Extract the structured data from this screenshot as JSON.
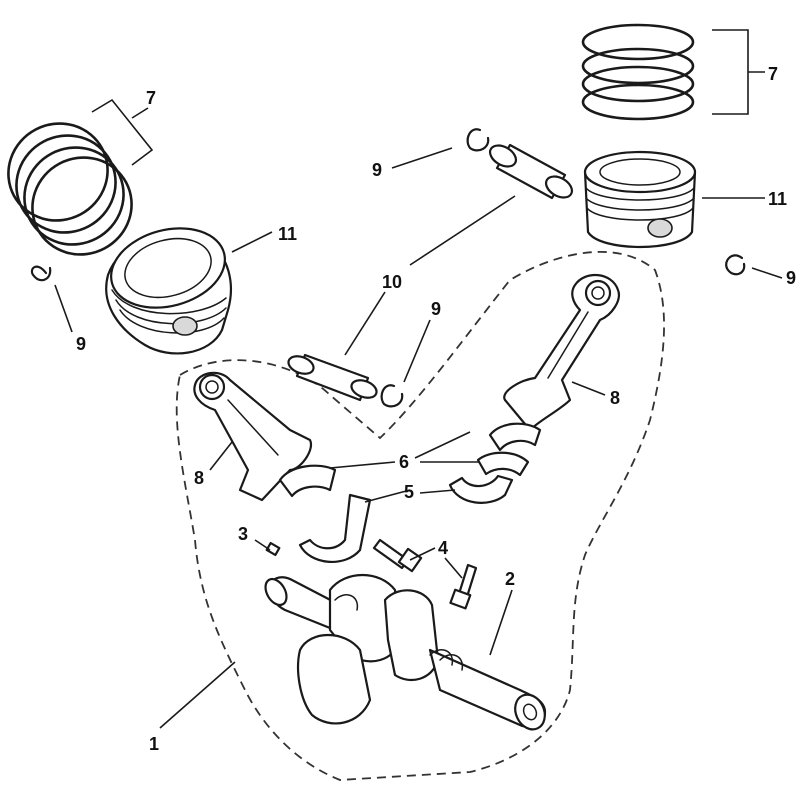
{
  "diagram": {
    "type": "exploded-parts-view",
    "callouts": {
      "crankshaft_assembly": "1",
      "crankshaft": "2",
      "plug": "3",
      "cap_bolts": "4",
      "bearing_lower": "5",
      "bearing_upper": "6",
      "rings_left": "7",
      "rings_right": "7",
      "rod_left": "8",
      "rod_right": "8",
      "clip_left": "9",
      "clip_center": "9",
      "clip_top": "9",
      "clip_right": "9",
      "pin_top": "10",
      "pin_center": "10",
      "piston_left": "11",
      "piston_right": "11"
    }
  }
}
